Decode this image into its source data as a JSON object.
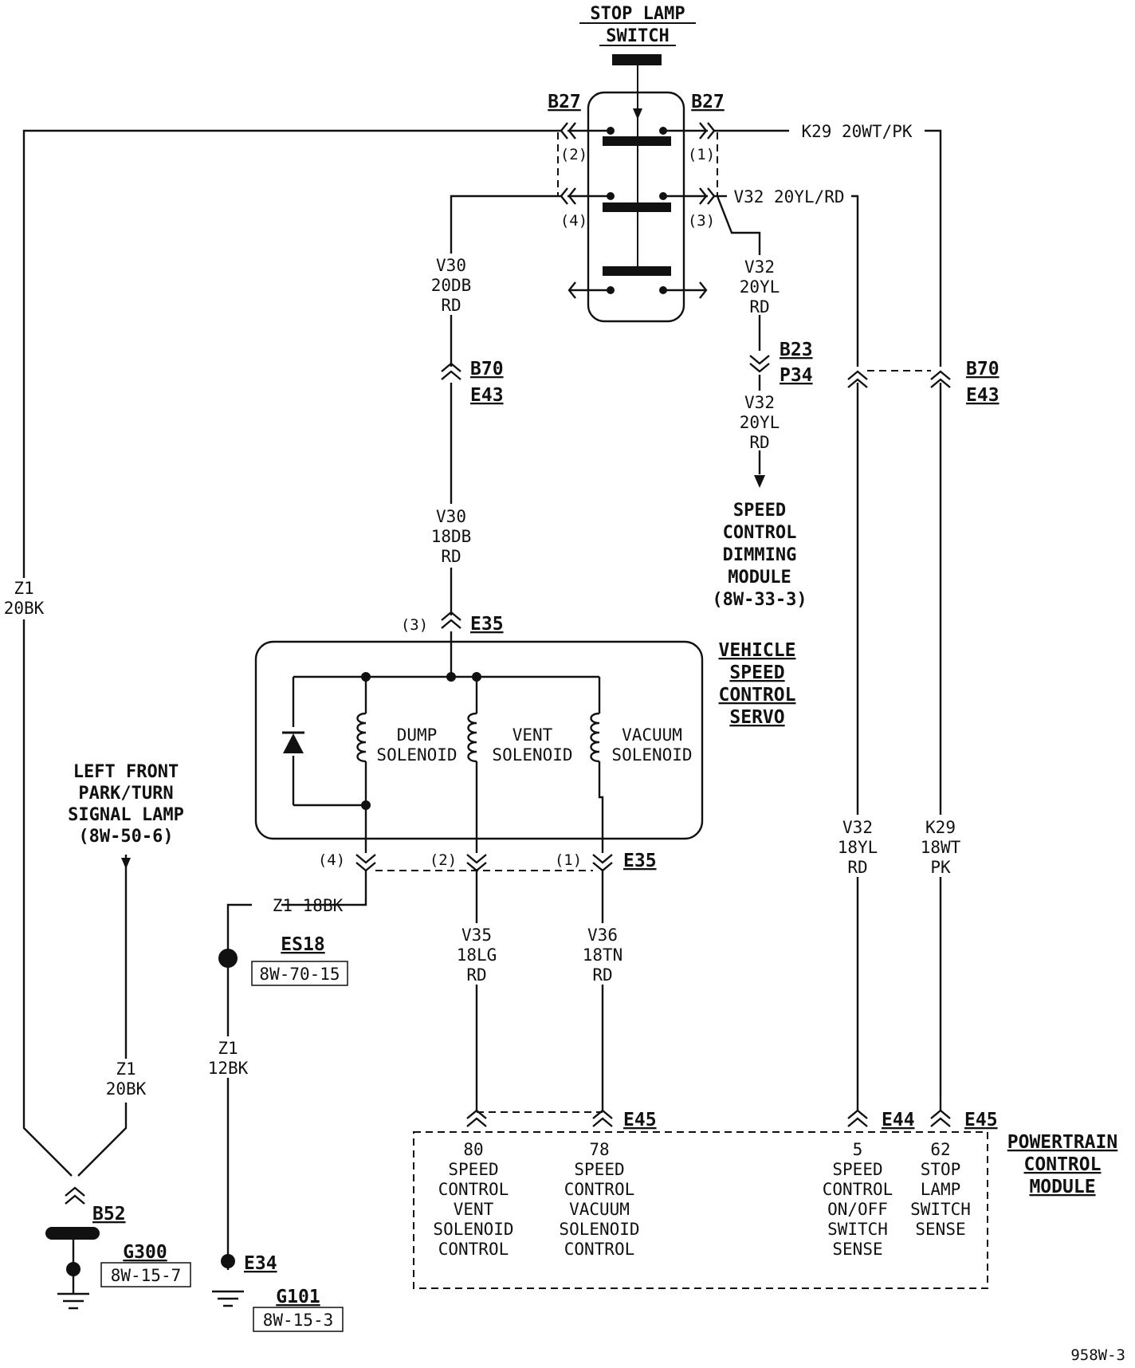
{
  "stop_lamp_switch": {
    "title_line1": "STOP LAMP",
    "title_line2": "SWITCH",
    "connector_left": "B27",
    "connector_right": "B27",
    "pin1": "(1)",
    "pin2": "(2)",
    "pin3": "(3)",
    "pin4": "(4)"
  },
  "wires": {
    "k29_top": "K29 20WT/PK",
    "v32_top": "V32 20YL/RD",
    "v30_upper": [
      "V30",
      "20DB",
      "RD"
    ],
    "v30_lower": [
      "V30",
      "18DB",
      "RD"
    ],
    "v32_branch": [
      "V32",
      "20YL",
      "RD"
    ],
    "v32_branch_lower": [
      "V32",
      "20YL",
      "RD"
    ],
    "z1_left": [
      "Z1",
      "20BK"
    ],
    "z1_lamp": [
      "Z1",
      "20BK"
    ],
    "z1_servo": "Z1 18BK",
    "z1_ground": [
      "Z1",
      "12BK"
    ],
    "v35": [
      "V35",
      "18LG",
      "RD"
    ],
    "v36": [
      "V36",
      "18TN",
      "RD"
    ],
    "v32_pcm": [
      "V32",
      "18YL",
      "RD"
    ],
    "k29_pcm": [
      "K29",
      "18WT",
      "PK"
    ]
  },
  "connectors": {
    "b70_left": [
      "B70",
      "E43"
    ],
    "b70_right": [
      "B70",
      "E43"
    ],
    "b23": [
      "B23",
      "P34"
    ],
    "e35_top": "E35",
    "e35_top_pin": "(3)",
    "e35_bottom": "E35",
    "e35_pin4": "(4)",
    "e35_pin2": "(2)",
    "e35_pin1": "(1)",
    "e45_left": "E45",
    "e44": "E44",
    "e45_right": "E45",
    "b52": "B52",
    "e34": "E34"
  },
  "dimming_module": [
    "SPEED",
    "CONTROL",
    "DIMMING",
    "MODULE",
    "(8W-33-3)"
  ],
  "servo": {
    "title": [
      "VEHICLE",
      "SPEED",
      "CONTROL",
      "SERVO"
    ],
    "dump": [
      "DUMP",
      "SOLENOID"
    ],
    "vent": [
      "VENT",
      "SOLENOID"
    ],
    "vacuum": [
      "VACUUM",
      "SOLENOID"
    ]
  },
  "left_lamp": [
    "LEFT FRONT",
    "PARK/TURN",
    "SIGNAL LAMP",
    "(8W-50-6)"
  ],
  "splice": {
    "name": "ES18",
    "ref": "8W-70-15"
  },
  "grounds": {
    "g300": {
      "name": "G300",
      "ref": "8W-15-7"
    },
    "g101": {
      "name": "G101",
      "ref": "8W-15-3"
    }
  },
  "pcm": {
    "title": [
      "POWERTRAIN",
      "CONTROL",
      "MODULE"
    ],
    "pin80": [
      "80",
      "SPEED",
      "CONTROL",
      "VENT",
      "SOLENOID",
      "CONTROL"
    ],
    "pin78": [
      "78",
      "SPEED",
      "CONTROL",
      "VACUUM",
      "SOLENOID",
      "CONTROL"
    ],
    "pin5": [
      "5",
      "SPEED",
      "CONTROL",
      "ON/OFF",
      "SWITCH",
      "SENSE"
    ],
    "pin62": [
      "62",
      "STOP",
      "LAMP",
      "SWITCH",
      "SENSE"
    ]
  },
  "page_code": "958W-3"
}
